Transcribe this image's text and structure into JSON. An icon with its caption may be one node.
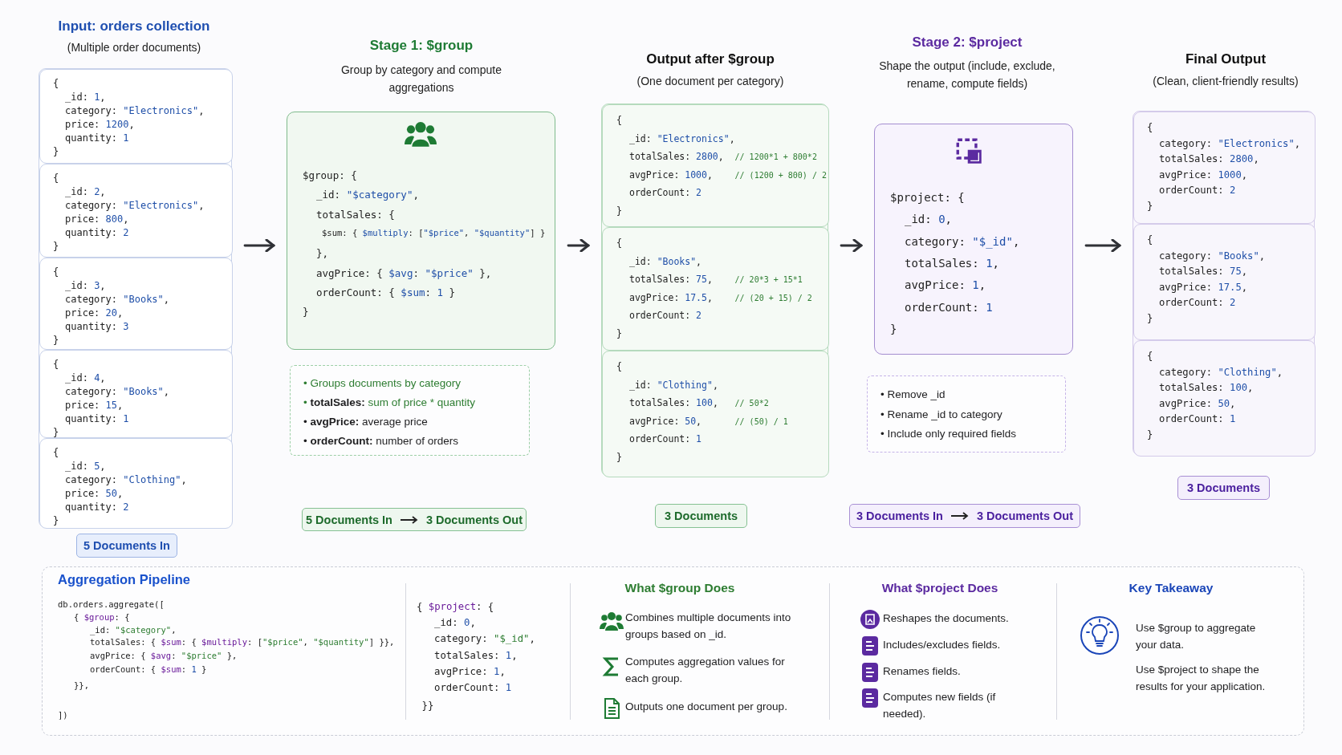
{
  "diagram": {
    "nodes": [
      {
        "text": [],
        "shape": "box"
      },
      {
        "text": [
          "{",
          "_id: 1,",
          "category: \"Electronics\",",
          "price: 1200,",
          "quantity: 1",
          "}"
        ],
        "in": 0
      },
      {
        "text": [
          "{",
          "_id: 2,",
          "category: \"Electronics\",",
          "price: 800,",
          "quantity: 2",
          "}"
        ],
        "in": 0
      },
      {
        "text": [
          "{",
          "_id: 3,",
          "category: \"Books\",",
          "price: 20,",
          "quantity: 3",
          "}"
        ],
        "in": 0
      },
      {
        "text": [
          "{",
          "_id: 4,",
          "category: \"Books\",",
          "price: 15,",
          "quantity: 1",
          "}"
        ],
        "in": 0
      },
      {
        "text": [
          "{",
          "_id: 5,",
          "category: \"Clothing\",",
          "price: 50,",
          "quantity: 2",
          "}"
        ],
        "in": 0
      },
      {
        "text": [
          "$group: {",
          "_id: \"$category\",",
          "totalSales: {",
          "$sum: { $multiply: [\"$price\", \"$quantity\"] }",
          "},",
          "avgPrice: { $avg: \"$price\" },",
          "orderCount: { $sum: 1 }",
          "}"
        ]
      },
      {
        "text": [],
        "shape": "box"
      },
      {
        "text": [
          "{",
          "_id: \"Electronics\",",
          "totalSales: 2800, // 1200*1 + 800*2",
          "avgPrice: 1000, // (1200 + 800) / 2",
          "orderCount: 2",
          "}"
        ],
        "in": 7
      },
      {
        "text": [
          "{",
          "_id: \"Books\",",
          "totalSales: 75, // 20*3 + 15*1",
          "avgPrice: 17.5, // (20 + 15) / 2",
          "orderCount: 2",
          "}"
        ],
        "in": 7
      },
      {
        "text": [
          "{",
          "_id: \"Clothing\",",
          "totalSales: 100, // 50*2",
          "avgPrice: 50, // (50) / 1",
          "orderCount: 1",
          "}"
        ],
        "in": 7
      },
      {
        "text": [
          "$project: {",
          "_id: 0,",
          "category: \"$_id\",",
          "totalSales: 1,",
          "avgPrice: 1,",
          "orderCount: 1",
          "}"
        ]
      },
      {
        "text": [],
        "shape": "box"
      },
      {
        "text": [
          "{",
          "category: \"Electronics\",",
          "totalSales: 2800,",
          "avgPrice: 1000,",
          "orderCount: 2",
          "}"
        ],
        "in": 12
      },
      {
        "text": [
          "{",
          "category: \"Books\",",
          "totalSales: 75,",
          "avgPrice: 17.5,",
          "orderCount: 2",
          "}"
        ],
        "in": 12
      },
      {
        "text": [
          "{",
          "category: \"Clothing\",",
          "totalSales: 100,",
          "avgPrice: 50,",
          "orderCount: 1",
          "}"
        ],
        "in": 12
      },
      {
        "text": [
          "5 Documents In"
        ]
      },
      {
        "text": [
          "5 Documents In",
          "3 Documents Out"
        ]
      },
      {
        "text": [
          "3 Documents"
        ]
      },
      {
        "text": [
          "3 Documents In",
          "3 Documents Out"
        ]
      },
      {
        "text": [
          "3 Documents"
        ]
      },
      {
        "text": [
          "• Groups documents by category",
          "• **totalSales:** sum of price * quantity",
          "• **avgPrice:** average price",
          "• **orderCount:** number of orders"
        ]
      },
      {
        "text": [
          "• Remove _id",
          "• Rename _id to category",
          "• Include only required fields"
        ]
      },
      {
        "text": [
          "Aggregation Pipeline",
          "db.orders.aggregate([",
          "{ $group: {",
          "_id: \"$category\",",
          "totalSales: { $sum: { $multiply: [\"$price\", \"$quantity\"] }},",
          "avgPrice: { $avg: \"$price\" },",
          "orderCount: { $sum: 1 }",
          "}},",
          "])",
          "{ $project: {",
          "_id: 0,",
          "category: \"$_id\",",
          "totalSales: 1,",
          "avgPrice: 1,",
          "orderCount: 1",
          "}}",
          "What $group Does",
          "Combines multiple documents into groups based on _id.",
          "Computes aggregation values for each group.",
          "Outputs one document per group.",
          "What $project Does",
          "Reshapes the documents.",
          "Includes/excludes fields.",
          "Renames fields.",
          "Computes new fields (if needed).",
          "Key Takeaway",
          "Use $group to aggregate your data.",
          "Use $project to shape the results for your application."
        ]
      }
    ],
    "edges": [
      {
        "from": 0,
        "to": 6,
        "arrow": "to"
      },
      {
        "from": 6,
        "to": 7,
        "arrow": "to"
      },
      {
        "from": 7,
        "to": 11,
        "arrow": "to"
      },
      {
        "from": 11,
        "to": 12,
        "arrow": "to"
      }
    ],
    "labels": [
      "Input: orders collection",
      "(Multiple order documents)",
      "Stage 1: $group",
      "Group by category and compute aggregations",
      "Output after $group",
      "(One document per category)",
      "Stage 2: $project",
      "Shape the output (include, exclude, rename, compute fields)",
      "Final Output",
      "(Clean, client-friendly results)"
    ]
  }
}
